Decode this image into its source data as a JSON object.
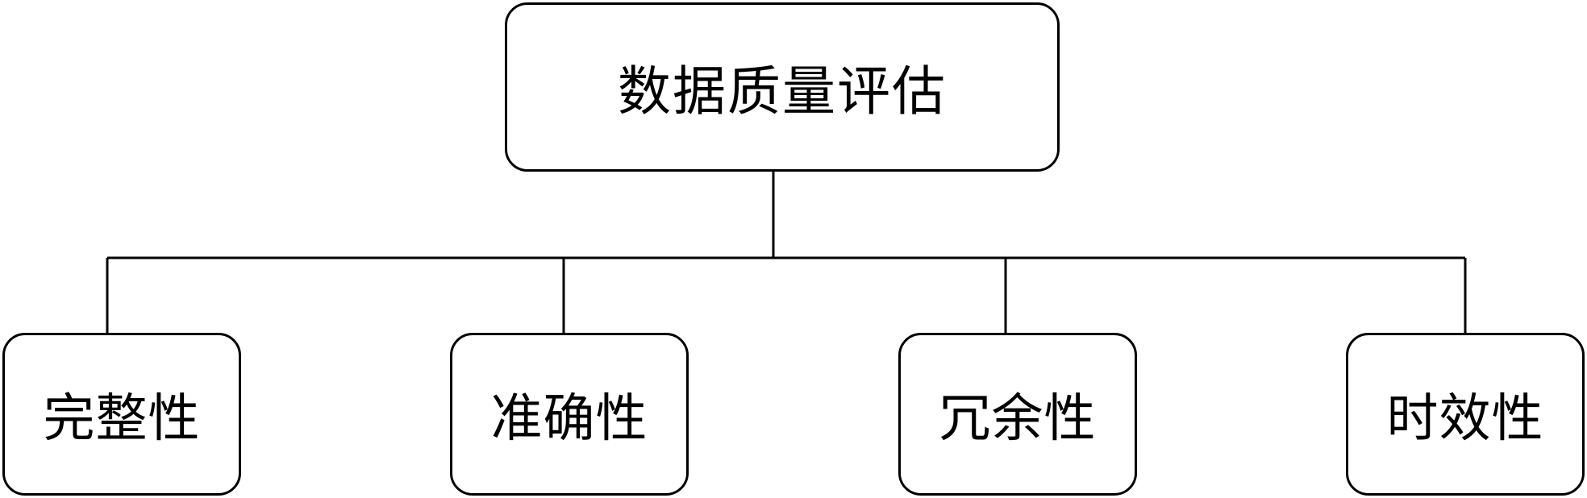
{
  "diagram": {
    "root": {
      "label": "数据质量评估"
    },
    "children": [
      {
        "label": "完整性"
      },
      {
        "label": "准确性"
      },
      {
        "label": "冗余性"
      },
      {
        "label": "时效性"
      }
    ]
  }
}
